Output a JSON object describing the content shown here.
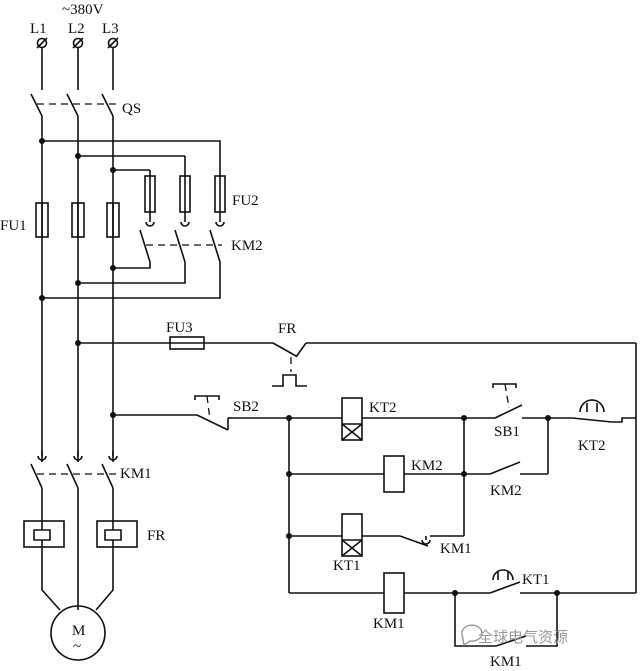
{
  "supply": {
    "voltage": "~380V",
    "phases": [
      "L1",
      "L2",
      "L3"
    ]
  },
  "labels": {
    "qs": "QS",
    "fu1": "FU1",
    "fu2": "FU2",
    "fu3": "FU3",
    "km2_main": "KM2",
    "km1_main": "KM1",
    "fr_heater": "FR",
    "fr_contact": "FR",
    "sb2": "SB2",
    "kt2_coil": "KT2",
    "sb1": "SB1",
    "kt2_contact": "KT2",
    "km2_coil": "KM2",
    "km2_aux": "KM2",
    "kt1_coil": "KT1",
    "km1_interlock": "KM1",
    "km1_coil": "KM1",
    "kt1_contact": "KT1",
    "km1_hold": "KM1",
    "motor": "M",
    "motor_sub": "~"
  },
  "watermark": "全球电气资源"
}
